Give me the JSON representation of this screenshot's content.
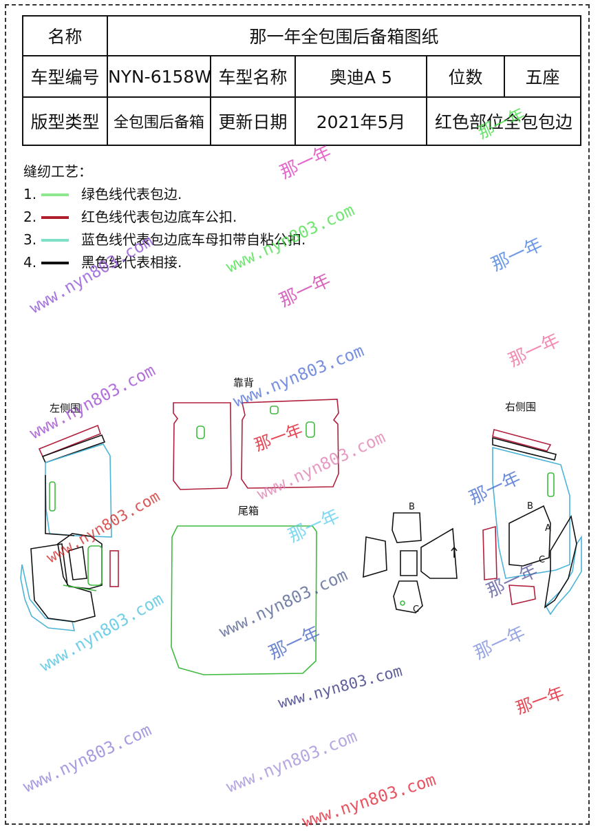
{
  "header": {
    "name_label": "名称",
    "title": "那一年全包围后备箱图纸",
    "model_code_label": "车型编号",
    "model_code": "NYN-6158W",
    "model_name_label": "车型名称",
    "model_name": "奥迪A 5",
    "seats_label": "位数",
    "seats": "五座",
    "pattern_type_label": "版型类型",
    "pattern_type": "全包围后备箱",
    "update_date_label": "更新日期",
    "update_date": "2021年5月",
    "red_note": "红色部位全包包边"
  },
  "legend": {
    "heading": "缝纫工艺：",
    "items": [
      {
        "num": "1.",
        "text": "绿色线代表包边.",
        "color": "#8ee68e"
      },
      {
        "num": "2.",
        "text": "红色线代表包边底车公扣.",
        "color": "#b01e2e"
      },
      {
        "num": "3.",
        "text": "蓝色线代表包边底车母扣带自粘公扣.",
        "color": "#7fe0c8"
      },
      {
        "num": "4.",
        "text": "黑色线代表相接.",
        "color": "#111111"
      }
    ]
  },
  "drawing": {
    "label_backrest": "靠背",
    "label_left": "左侧围",
    "label_right": "右侧围",
    "label_trunk": "尾箱",
    "marks": [
      "B",
      "C",
      "B",
      "C",
      "A"
    ]
  },
  "watermarks": {
    "url": "www.nyn803.com",
    "brand": "那一年"
  },
  "colors": {
    "green": "#55c855",
    "red": "#b01e3c",
    "blue": "#4ab4d8",
    "black": "#111111"
  }
}
